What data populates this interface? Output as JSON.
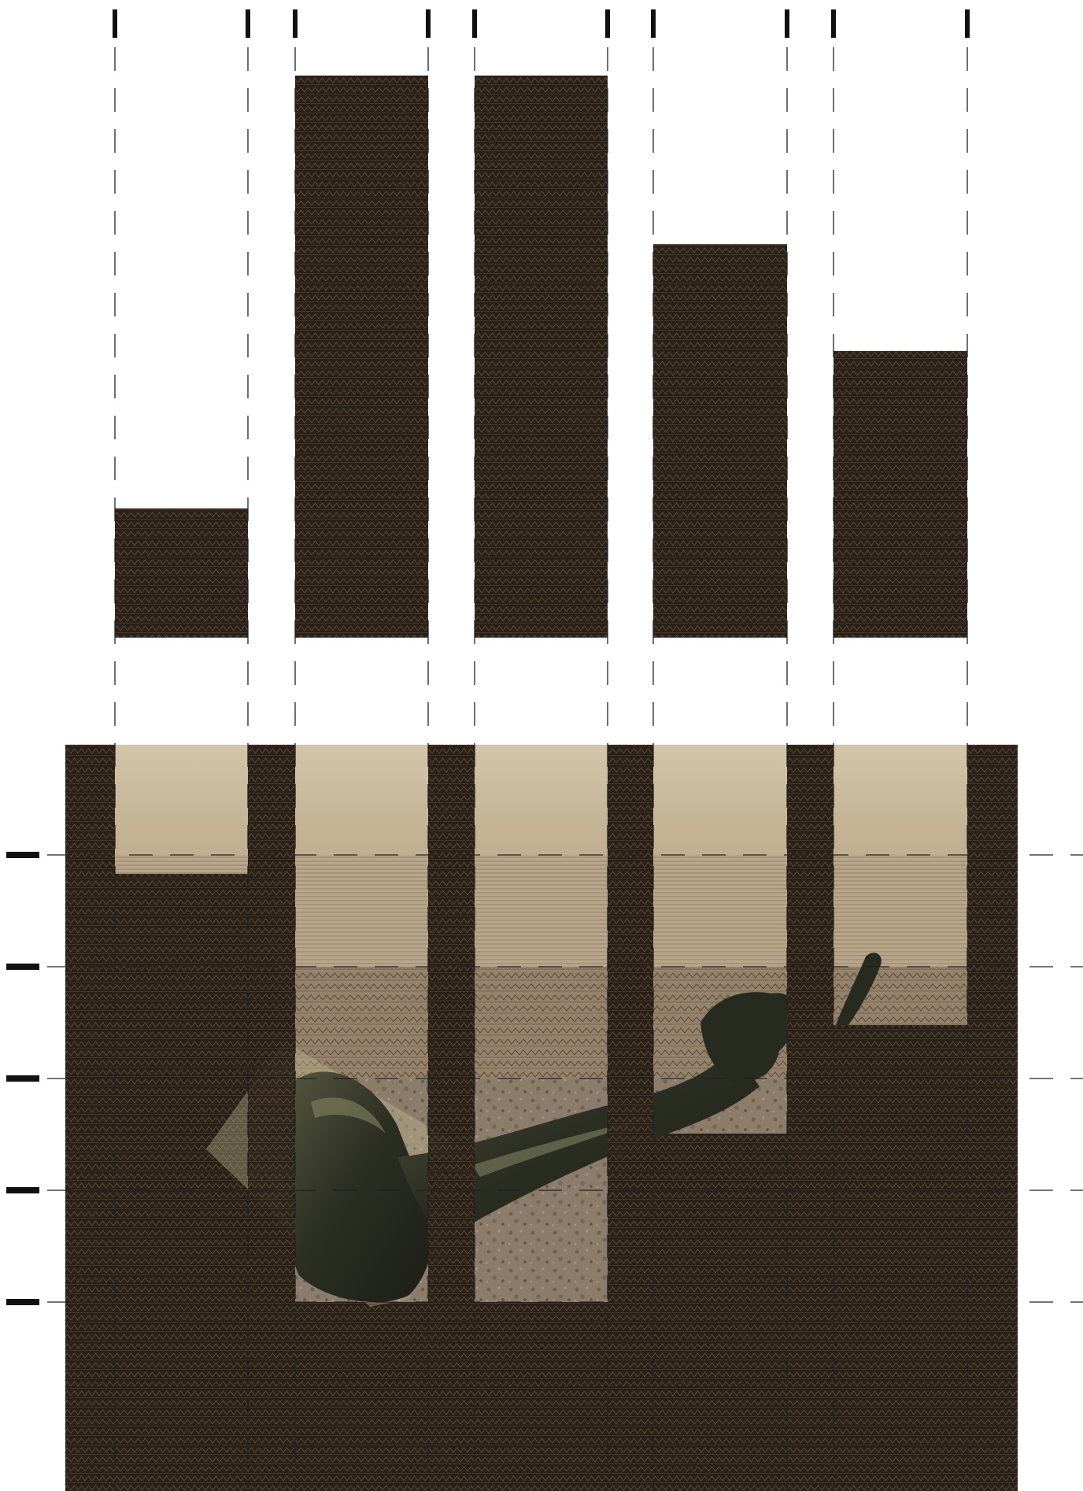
{
  "artwork": {
    "columns": 5,
    "bar_levels": [
      0.23,
      1.0,
      1.0,
      0.7,
      0.51
    ],
    "colors": {
      "board_dark": "#2b2118",
      "board_line": "#4a3c2d",
      "board_zigzag": "#6e5d48",
      "paper_light": "#cdbea2",
      "paper_mid": "#b3a282",
      "floor_speckle": "#7d6f5f",
      "bronze": "#2f3326",
      "bronze_highlight": "#8a8a66",
      "guide_line": "#111111"
    },
    "icons": [
      "column-tick-marks",
      "row-tick-marks",
      "bronze-arm-sculpture"
    ]
  }
}
